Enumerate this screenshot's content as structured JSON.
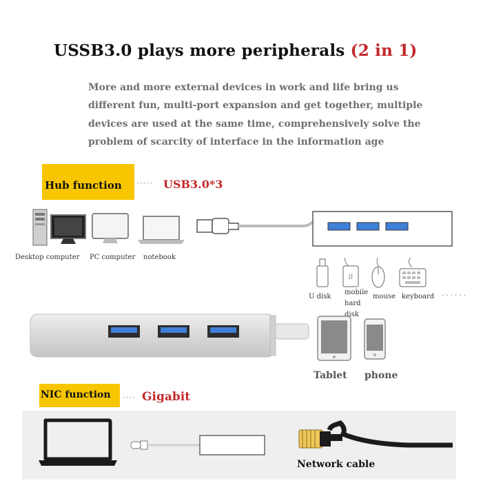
{
  "title": {
    "main": "USSB3.0 plays more peripherals ",
    "accent": "(2 in 1)"
  },
  "intro": "More and more external devices in work and life bring us different fun, multi-port expansion and get together, multiple devices are used at the same time, comprehensively solve the problem of scarcity of interface in the information age",
  "hub": {
    "label": "Hub function",
    "dots": "·····",
    "spec": "USB3.0*3"
  },
  "hosts": [
    "Desktop computer",
    "PC computer",
    "notebook"
  ],
  "peripherals": {
    "udisk": "U disk",
    "mobile_hdd": [
      "mobile",
      "hard",
      "disk"
    ],
    "mouse": "mouse",
    "keyboard": "keyboard",
    "more": "· · · · · ·"
  },
  "devices": {
    "tablet": "Tablet",
    "phone": "phone"
  },
  "nic": {
    "label": "NIC function",
    "dots": "····",
    "spec": "Gigabit"
  },
  "network_cable": "Network cable",
  "colors": {
    "accent_red": "#c0282b",
    "tag_yellow": "#f7c600",
    "usb_port_blue": "#3f7fd6"
  }
}
